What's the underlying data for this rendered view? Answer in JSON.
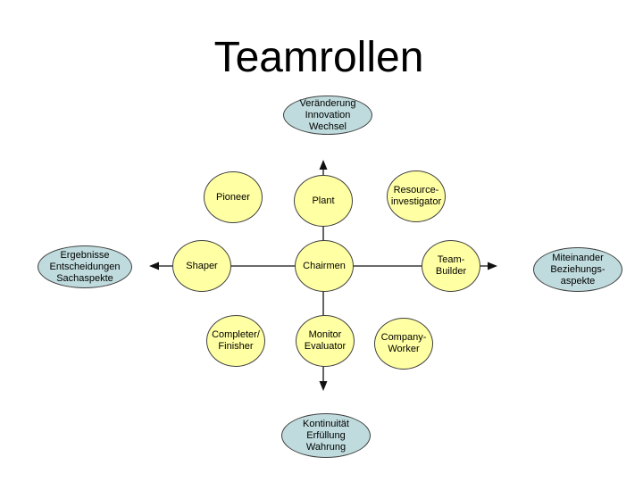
{
  "title": "Teamrollen",
  "colors": {
    "circle_fill": "#FFFFA3",
    "ellipse_fill": "#BFDBDD",
    "shape_stroke": "#3f3f3f",
    "line_color": "#111111",
    "text_color": "#000000"
  },
  "axis_ellipses": {
    "top": {
      "label": "Veränderung\nInnovation\nWechsel"
    },
    "left": {
      "label": "Ergebnisse\nEntscheidungen\nSachaspekte"
    },
    "right": {
      "label": "Miteinander\nBeziehungs-\naspekte"
    },
    "bottom": {
      "label": "Kontinuität\nErfüllung\nWahrung"
    }
  },
  "roles": {
    "pioneer": "Pioneer",
    "plant": "Plant",
    "resource_investigator": "Resource-\ninvestigator",
    "shaper": "Shaper",
    "chairmen": "Chairmen",
    "team_builder": "Team-\nBuilder",
    "completer_finisher": "Completer/\nFinisher",
    "monitor_evaluator": "Monitor\nEvaluator",
    "company_worker": "Company-\nWorker"
  }
}
